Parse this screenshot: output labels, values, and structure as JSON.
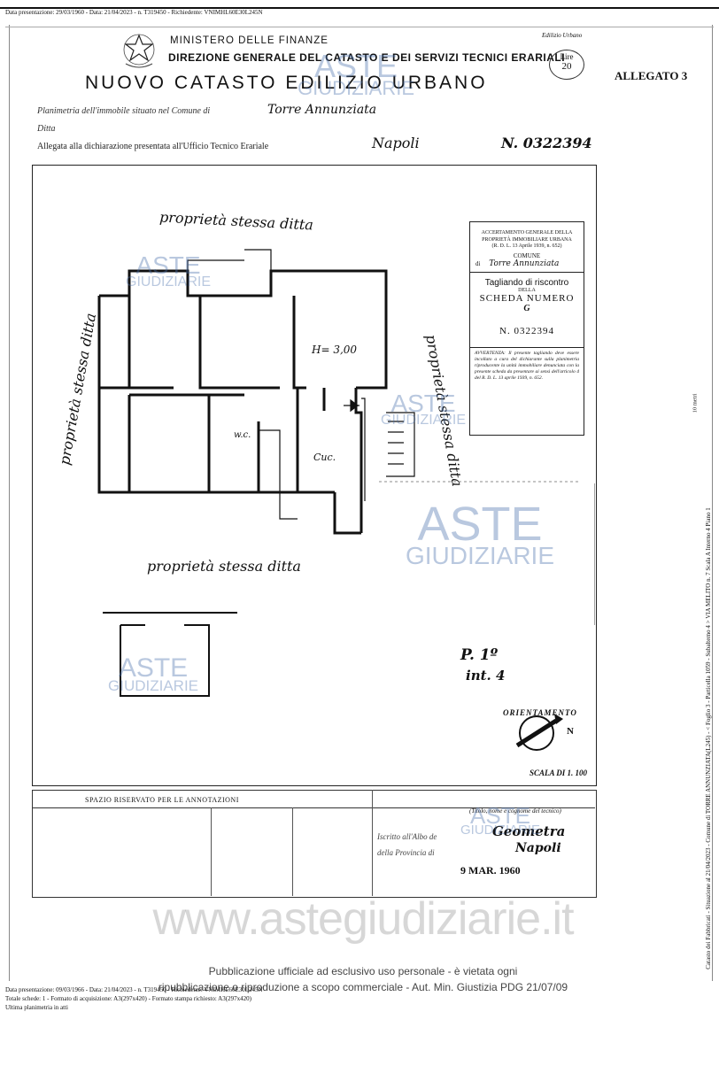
{
  "header": {
    "top_line": "Data presentazione: 29/03/1960 - Data: 21/04/2023 - n. T319450 - Richiedente: VNIMHL60E30L245N",
    "ministry": "MINISTERO DELLE FINANZE",
    "direction": "DIREZIONE GENERALE DEL CATASTO E DEI SERVIZI TECNICI ERARIALI",
    "title": "NUOVO CATASTO EDILIZIO URBANO",
    "lire_label": "Lire",
    "lire_value": "20",
    "allegato": "ALLEGATO 3",
    "right_small": "Edilizio Urbano",
    "line1_label": "Planimetria dell'immobile situato nel Comune di",
    "line1_value": "Torre Annunziata",
    "line2_label": "Ditta",
    "line3_label": "Allegata alla dichiarazione presentata all'Ufficio Tecnico Erariale",
    "line3_value": "Napoli",
    "doc_number": "N. 0322394"
  },
  "plan": {
    "owner_top": "proprietà stessa ditta",
    "owner_left": "proprietà stessa ditta",
    "owner_right": "proprietà stessa ditta",
    "owner_bottom": "proprietà stessa ditta",
    "height_label": "H= 3,00",
    "wc_label": "w.c.",
    "cuc_label": "Cuc.",
    "floor": "P. 1º",
    "interior": "int. 4",
    "orientation": "ORIENTAMENTO",
    "north": "N",
    "scale": "SCALA DI 1. 100"
  },
  "stamp": {
    "line1": "ACCERTAMENTO GENERALE DELLA PROPRIETÀ IMMOBILIARE URBANA",
    "line2": "(R. D. L. 13 Aprile 1939, n. 652)",
    "comune": "COMUNE",
    "di": "di",
    "comune_value": "Torre Annunziata",
    "tagliando": "Tagliando di riscontro",
    "della": "DELLA",
    "scheda": "SCHEDA NUMERO",
    "scheda_letter": "G",
    "number": "N. 0322394",
    "avvertenza": "AVVERTENZA: Il presente tagliando deve essere incollato a cura del dichiarante sulla planimetria riproducente la unità immobiliare denunciata con la presente scheda da presentare ai sensi dell'articolo 4 del R. D. L. 13 aprile 1939, n. 652."
  },
  "footer_box": {
    "reserved": "SPAZIO RISERVATO PER LE ANNOTAZIONI",
    "compilata": "(Titolo, nome e cognome del tecnico)",
    "iscritto": "Iscritto all'Albo de",
    "provincia": "della Provincia di",
    "signature1": "Geometra",
    "signature2": "Napoli",
    "date": "9 MAR. 1960"
  },
  "watermark": {
    "aste": "ASTE",
    "giudiziarie": "GIUDIZIARIE",
    "site": "www.astegiudiziarie.it",
    "notice1": "Pubblicazione ufficiale ad esclusivo uso personale - è vietata ogni",
    "notice2": "ripubblicazione o riproduzione a scopo commerciale - Aut. Min. Giustizia PDG 21/07/09"
  },
  "bottom": {
    "line1": "Data presentazione: 09/03/1966 - Data: 21/04/2023 - n. T319450 - Richiedente: VNIMHL60E30L245N",
    "line2": "Totale schede: 1 - Formato di acquisizione: A3(297x420) - Formato stampa richiesto: A3(297x420)",
    "line3": "Ultima planimetria in atti"
  },
  "side": {
    "vertical": "Catasto dei Fabbricati - Situazione al 21/04/2023 - Comune di TORRE ANNUNZIATA(L245) - < Foglio 3 - Particella 1059 - Subalterno 4 > VIA MELITO n. 7 Scala A Interno 4 Piano 1",
    "scale_mark": "10 metri"
  }
}
